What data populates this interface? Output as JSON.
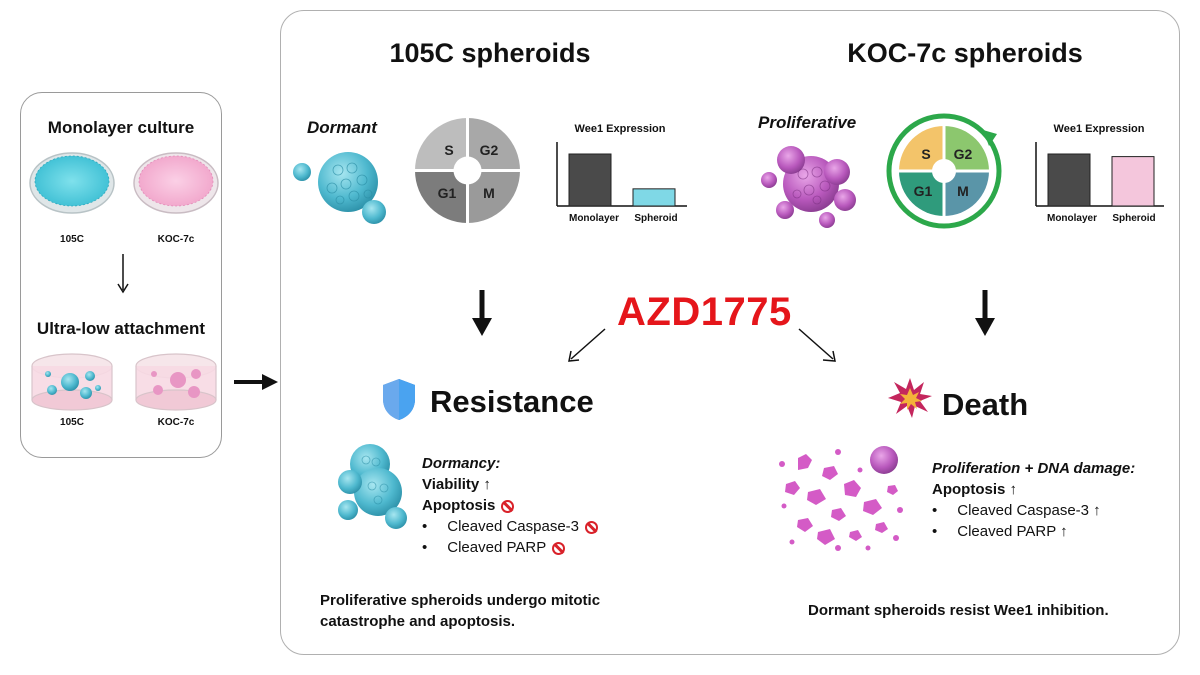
{
  "left_panel": {
    "title_top": "Monolayer culture",
    "dish_label_1": "105C",
    "dish_label_2": "KOC-7c",
    "title_bottom": "Ultra-low attachment",
    "dish_label_3": "105C",
    "dish_label_4": "KOC-7c"
  },
  "left_section": {
    "title": "105C spheroids",
    "state_label": "Dormant",
    "cell_cycle": [
      "S",
      "G2",
      "G1",
      "M"
    ],
    "chart": {
      "title": "Wee1 Expression",
      "categories": [
        "Monolayer",
        "Spheroid"
      ],
      "values": [
        1.0,
        0.33
      ]
    },
    "outcome": "Resistance",
    "detail_heading": "Dormancy:",
    "viability": "Viability ↑",
    "apoptosis": "Apoptosis",
    "bullet_1": "Cleaved Caspase-3",
    "bullet_2": "Cleaved PARP",
    "caption": "Proliferative spheroids undergo mitotic catastrophe and apoptosis."
  },
  "right_section": {
    "title": "KOC-7c spheroids",
    "state_label": "Proliferative",
    "cell_cycle": [
      "S",
      "G2",
      "G1",
      "M"
    ],
    "chart": {
      "title": "Wee1 Expression",
      "categories": [
        "Monolayer",
        "Spheroid"
      ],
      "values": [
        1.0,
        0.95
      ]
    },
    "outcome": "Death",
    "detail_heading": "Proliferation + DNA damage:",
    "apoptosis": "Apoptosis ↑",
    "bullet_1": "Cleaved Caspase-3 ↑",
    "bullet_2": "Cleaved PARP ↑",
    "caption": "Dormant spheroids resist Wee1 inhibition."
  },
  "drug": "AZD1775",
  "bullet_char": "•",
  "colors": {
    "blue_cells": "#5cc3d6",
    "pink_cells": "#c15ec4",
    "azd_red": "#e5161b",
    "bar_dark": "#4a4a4a",
    "bar_blue": "#7fd8e6",
    "bar_pink": "#f4c6dc"
  }
}
